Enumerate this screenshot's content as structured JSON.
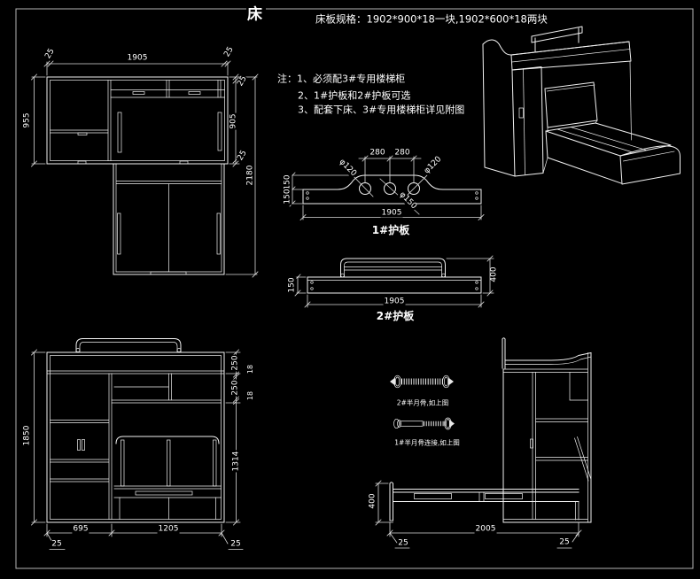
{
  "title": "床",
  "spec": "床板规格：1902*900*18一块,1902*600*18两块",
  "notes": {
    "line1": "注：1、必须配3#专用楼梯柜",
    "line2": "2、1#护板和2#护板可选",
    "line3": "3、配套下床、3#专用楼梯柜详见附图"
  },
  "plan": {
    "top_inset_left": "25",
    "width": "1905",
    "top_inset_right": "25",
    "depth": "955",
    "right_inset_top": "25",
    "inner_depth": "905",
    "right_inset_bottom": "25",
    "total_length": "2180"
  },
  "guard1": {
    "label": "1#护板",
    "hole_pitch_left": "280",
    "hole_pitch_right": "280",
    "hole_dia_left": "φ120",
    "hole_dia_mid": "φ150",
    "hole_dia_right": "φ120",
    "height_upper": "150",
    "height_lower": "150",
    "length": "1905"
  },
  "guard2": {
    "label": "2#护板",
    "board_height": "150",
    "total_height": "400",
    "length": "1905"
  },
  "front": {
    "height": "1850",
    "seg_250a": "250",
    "seg_18a": "18",
    "seg_250b": "250",
    "seg_18b": "18",
    "seg_1314": "1314",
    "width_left": "695",
    "width_right": "1205",
    "inset_left": "25",
    "inset_right": "25"
  },
  "side": {
    "bolt1_label": "2#半月骨,如上图",
    "bolt2_label": "1#半月骨连接,如上图",
    "bed_height": "400",
    "length": "2005",
    "inset_left": "25",
    "inset_right": "25"
  },
  "colors": {
    "background": "#000000",
    "line": "#f2f2f2",
    "dim_line": "#d9d9d9",
    "frame": "#b5b5b5"
  }
}
